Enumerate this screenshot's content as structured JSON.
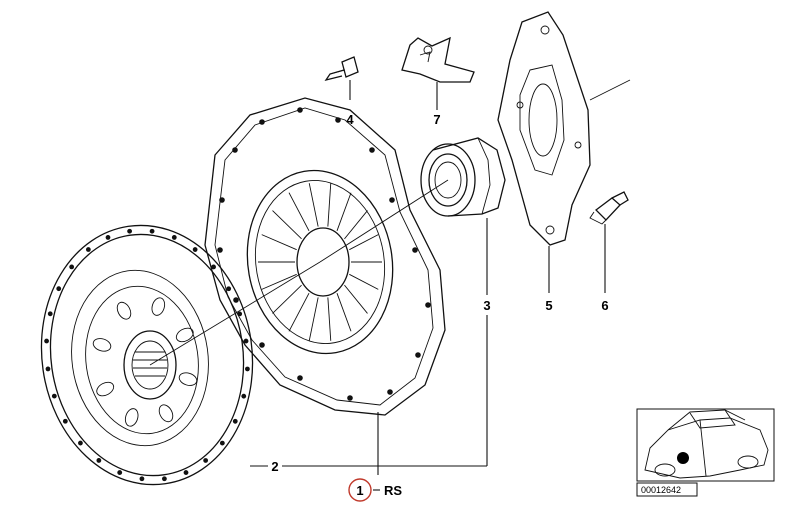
{
  "callouts": {
    "part_1": "1",
    "part_1_suffix": "RS",
    "part_2": "2",
    "part_3": "3",
    "part_4": "4",
    "part_5": "5",
    "part_6": "6",
    "part_7": "7"
  },
  "inset": {
    "diagram_id": "00012642"
  },
  "colors": {
    "line": "#111111",
    "highlight_circle": "#c0392b",
    "background": "#ffffff"
  }
}
